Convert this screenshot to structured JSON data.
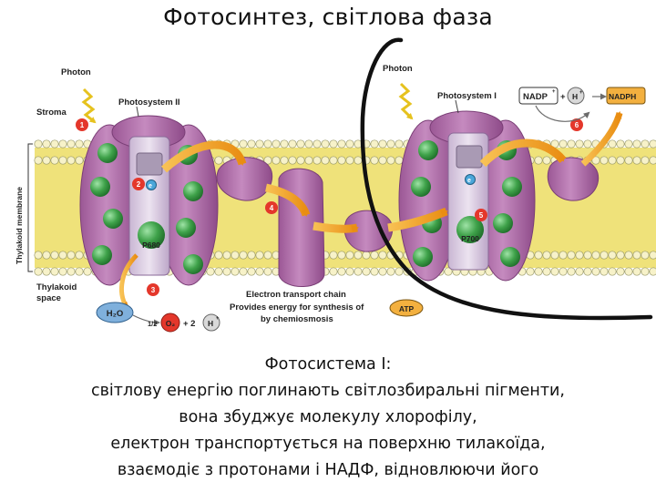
{
  "title": "Фотосинтез, світлова фаза",
  "diagram": {
    "photon_1": "Photon",
    "photon_2": "Photon",
    "stroma": "Stroma",
    "membrane": "Thylakoid membrane",
    "thylakoid_space_line1": "Thylakoid",
    "thylakoid_space_line2": "space",
    "photosystem_2": "Photosystem II",
    "photosystem_1": "Photosystem I",
    "p680": "P680",
    "p700": "P700",
    "electron": "e",
    "nadp": "NADP",
    "plus": "+",
    "h_plus": "H",
    "nadph": "NADPH",
    "h2o": "H₂O",
    "half": "1/2",
    "o2": "O₂",
    "two": "+ 2",
    "etc_line1": "Electron transport chain",
    "etc_line2": "Provides energy for synthesis of",
    "etc_line3": "by chemiosmosis",
    "atp": "ATP",
    "steps": [
      "1",
      "2",
      "3",
      "4",
      "5",
      "6"
    ]
  },
  "caption": [
    "Фотосистема І:",
    "світлову енергію поглинають світлозбиральні пігменти,",
    "вона збуджує молекулу хлорофілу,",
    "електрон транспортується на поверхню тилакоїда,",
    "взаємодіє з протонами і НАДФ, відновлюючи його"
  ],
  "colors": {
    "membrane": "#efe27a",
    "protein": "#b66fae",
    "protein_dark": "#8d4c88",
    "chlorophyll": "#3fa24a",
    "arrow": "#f3a21b",
    "step_badge": "#e4372b"
  }
}
